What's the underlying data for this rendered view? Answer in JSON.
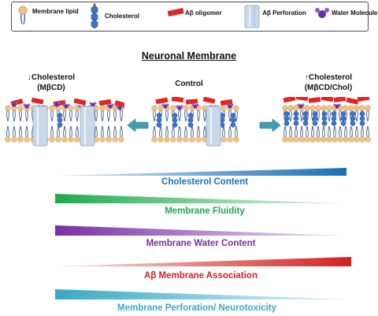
{
  "legend": {
    "membrane_lipid": "Membrane lipid",
    "cholesterol": "Cholesterol",
    "abeta_oligomer": "Aβ oligomer",
    "abeta_perforation": "Aβ Perforation",
    "water_molecule": "Water Molecule"
  },
  "title": "Neuronal Membrane",
  "panels": {
    "left_line1": "↓Cholesterol",
    "left_line2": "(MβCD)",
    "center": "Control",
    "right_line1": "↑Cholesterol",
    "right_line2": "(MβCD/Chol)"
  },
  "gradients": [
    {
      "label": "Cholesterol Content",
      "color": "#1a6fb5",
      "direction": "increasing"
    },
    {
      "label": "Membrane Fluidity",
      "color": "#1faa4b",
      "direction": "decreasing"
    },
    {
      "label": "Membrane Water Content",
      "color": "#7a2fa3",
      "direction": "decreasing"
    },
    {
      "label": "Aβ Membrane Association",
      "color": "#d42020",
      "direction": "increasing"
    },
    {
      "label": "Membrane Perforation/ Neurotoxicity",
      "color": "#3aa8c4",
      "direction": "decreasing"
    }
  ],
  "colors": {
    "lipid_head": "#f2c37f",
    "lipid_tail": "#2d4f8a",
    "cholesterol": "#3f73c4",
    "oligomer": "#e02626",
    "perforation": "#c9d9ea",
    "water": "#6a2fa8",
    "arrow": "#3f9fb0"
  }
}
